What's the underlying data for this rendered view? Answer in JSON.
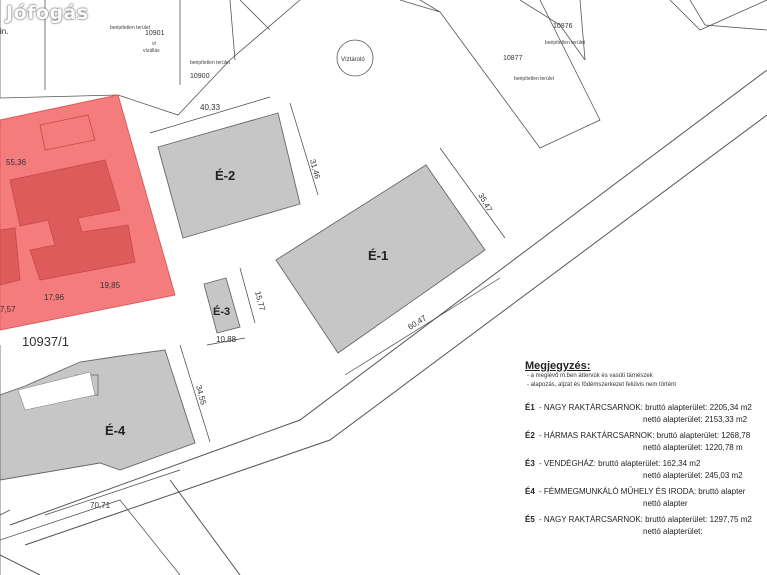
{
  "watermark": "Jófogás",
  "parcel_labels": {
    "main": "10937/1",
    "p10901": "10901",
    "p10901_sub1": "vt",
    "p10901_sub2": "vízállás",
    "p10900": "10900",
    "p10876": "10876",
    "p10877": "10877",
    "corner": "in."
  },
  "small_notes": {
    "a": "beépítetlen terület",
    "b": "beépítetlen terület",
    "c": "beépítetlen terület",
    "d": "beépítetlen terület"
  },
  "feature_labels": {
    "vizorono": "Víztároló"
  },
  "buildings": {
    "e1": "É-1",
    "e2": "É-2",
    "e3": "É-3",
    "e4": "É-4"
  },
  "dimensions": {
    "d1": "40,33",
    "d2": "31,46",
    "d3": "35,47",
    "d4": "60,47",
    "d5": "15,77",
    "d6": "10,88",
    "d7": "34,55",
    "d8": "70,71",
    "d9": "55,36",
    "d10": "17,96",
    "d11": "19,85",
    "d12": "7,57"
  },
  "notes": {
    "title": "Megjegyzés:",
    "line1": "- a meglévő m.ben áttervük és vasúti tárnészek",
    "line2": "- alapozás, aljzat és födémszerkezet felülvis nem történt",
    "entries": [
      {
        "code": "É1",
        "text": "- NAGY RAKTÁRCSARNOK: bruttó alapterület: 2205,34 m2",
        "net": "nettó alapterület: 2153,33 m2"
      },
      {
        "code": "É2",
        "text": "- HÁRMAS RAKTÁRCSARNOK: bruttó alapterület: 1268,78",
        "net": "nettó alapterület: 1220,78 m"
      },
      {
        "code": "É3",
        "text": "- VENDÉGHÁZ: bruttó alapterület: 162,34 m2",
        "net": "nettó alapterület: 245,03 m2"
      },
      {
        "code": "É4",
        "text": "- FÉMMEGMUNKÁLÓ MŰHELY ÉS IRODA: bruttó alapter",
        "net": "nettó alapter"
      },
      {
        "code": "É5",
        "text": "- NAGY RAKTÁRCSARNOK: bruttó alapterület: 1297,75 m2",
        "net": "nettó alapterület:"
      }
    ]
  },
  "colors": {
    "highlight": "#f47c7c",
    "highlight_dark": "#dd5555",
    "building_fill": "#c6c6c6",
    "line": "#444444"
  }
}
